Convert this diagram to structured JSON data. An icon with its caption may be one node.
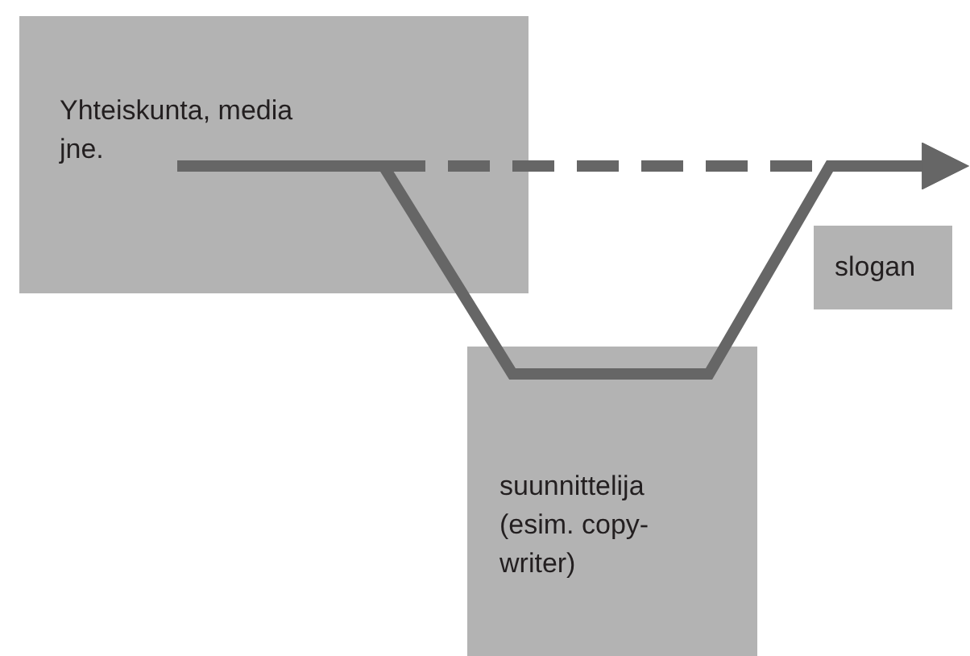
{
  "diagram": {
    "nodes": [
      {
        "text": [
          "Yhteiskunta, media jne."
        ]
      },
      {
        "text": [
          "suunnittelija (esim. copy-writer)"
        ]
      },
      {
        "text": [
          "slogan"
        ]
      }
    ],
    "edges": [
      {
        "from": 0,
        "to": 1,
        "arrow": "none"
      },
      {
        "from": 1,
        "to": 2,
        "arrow": "to"
      },
      {
        "from": 0,
        "to": 2,
        "arrow": "to",
        "style": "dashed"
      }
    ]
  }
}
